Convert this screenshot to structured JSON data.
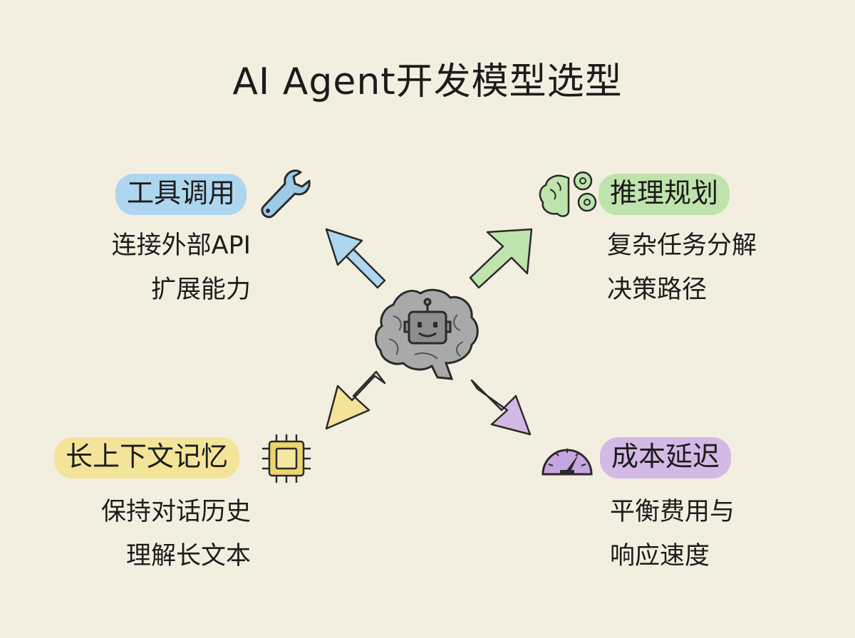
{
  "title": "AI Agent开发模型选型",
  "center": {
    "icon": "brain-robot-icon"
  },
  "colors": {
    "background": "#f3efe0",
    "blue": "#aed6ee",
    "green": "#bfe3ac",
    "yellow": "#f4e49a",
    "purple": "#d3b9e6"
  },
  "nodes": {
    "tool_calling": {
      "label": "工具调用",
      "icon": "wrench-icon",
      "lines": [
        "连接外部API",
        "扩展能力"
      ]
    },
    "reasoning": {
      "label": "推理规划",
      "icon": "brain-gears-icon",
      "lines": [
        "复杂任务分解",
        "决策路径"
      ]
    },
    "long_context": {
      "label": "长上下文记忆",
      "icon": "chip-icon",
      "lines": [
        "保持对话历史",
        "理解长文本"
      ]
    },
    "cost_latency": {
      "label": "成本延迟",
      "icon": "speedometer-icon",
      "lines": [
        "平衡费用与",
        "响应速度"
      ]
    }
  }
}
